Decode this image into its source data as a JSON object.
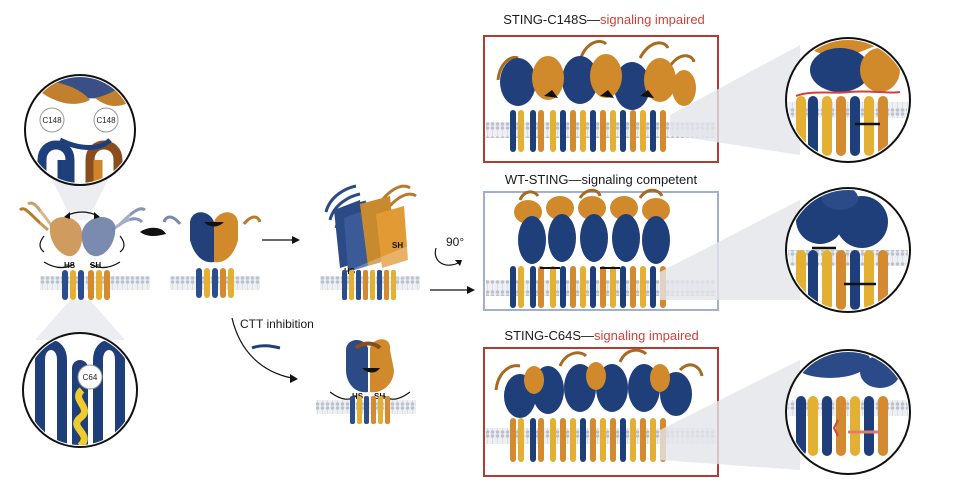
{
  "panels": {
    "top": {
      "title_main": "STING-C148S—",
      "title_status": "signaling impaired"
    },
    "middle": {
      "title": "WT-STING—signaling competent"
    },
    "bottom": {
      "title_main": "STING-C64S—",
      "title_status": "signaling impaired"
    }
  },
  "labels": {
    "ctt_inhibition": "CTT inhibition",
    "rotation": "90°",
    "hs": "HS",
    "sh": "SH"
  },
  "residues": {
    "c148_left": "C148",
    "c148_right": "C148",
    "c64": "C64"
  },
  "colors": {
    "navy": "#1f3f7a",
    "orange": "#d98c2b",
    "gold": "#e9b62e",
    "red_frame": "#b23b32",
    "blue_frame": "#9fb0d4",
    "membrane": "#cfd3dc"
  }
}
